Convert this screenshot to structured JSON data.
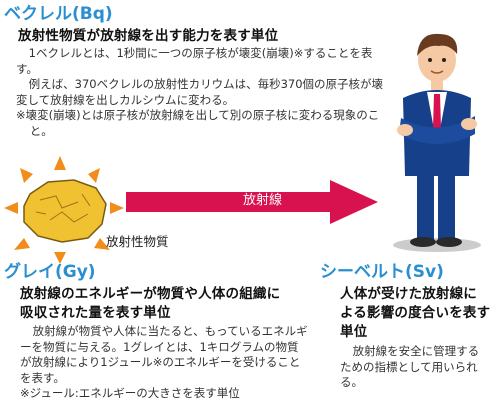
{
  "becquerel": {
    "title": "ベクレル(Bq)",
    "heading": "放射性物質が放射線を出す能力を表す単位",
    "para1": "1ベクレルとは、1秒間に一つの原子核が壊変(崩壊)※することを表す。",
    "para2": "例えば、370ベクレルの放射性カリウムは、毎秒370個の原子核が壊変して放射線を出しカルシウムに変わる。",
    "note": "※壊変(崩壊)とは原子核が放射線を出して別の原子核に変わる現象のこと。"
  },
  "gray": {
    "title": "グレイ(Gy)",
    "heading_line1": "放射線のエネルギーが物質や人体の組織に",
    "heading_line2": "吸収された量を表す単位",
    "para1": "放射線が物質や人体に当たると、もっているエネルギーを物質に与える。1グレイとは、1キログラムの物質が放射線により1ジュール※のエネルギーを受けることを表す。",
    "note": "※ジュール:エネルギーの大きさを表す単位"
  },
  "sievert": {
    "title": "シーベルト(Sv)",
    "heading_line1": "人体が受けた放射線に",
    "heading_line2": "よる影響の度合いを表す",
    "heading_line3": "単位",
    "para1": "放射線を安全に管理するための指標として用いられる。"
  },
  "diagram": {
    "arrow_label": "放射線",
    "substance_label": "放射性物質"
  },
  "colors": {
    "title": "#2a8fd0",
    "arrow": "#d8124f",
    "rays": "#f28c1b",
    "rock": "#f0c231",
    "suit": "#17408a"
  }
}
